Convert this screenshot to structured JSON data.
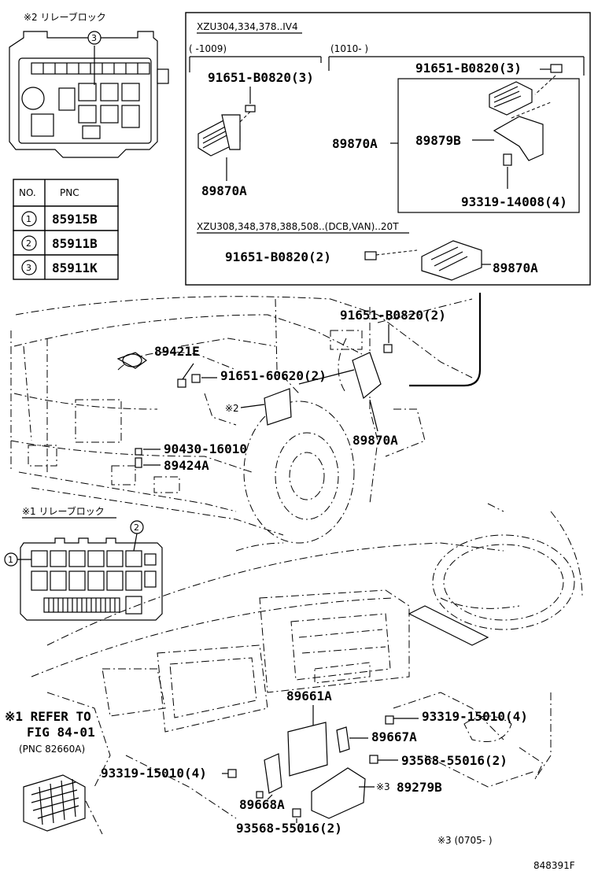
{
  "relay_block_2": {
    "title": "※2 リレーブロック",
    "marker": "3"
  },
  "pnc_table": {
    "headers": [
      "NO.",
      "PNC"
    ],
    "rows": [
      {
        "no": "1",
        "pnc": "85915B"
      },
      {
        "no": "2",
        "pnc": "85911B"
      },
      {
        "no": "3",
        "pnc": "85911K"
      }
    ]
  },
  "detail_box": {
    "model_top": "XZU304,334,378..IV4",
    "range_left": "(      -1009)",
    "range_right": "(1010-        )",
    "left_bolt": "91651-B0820(3)",
    "left_part": "89870A",
    "right_bolt": "91651-B0820(3)",
    "right_outer": "89870A",
    "right_bracket": "89879B",
    "right_screw": "93319-14008(4)",
    "model_bottom": "XZU308,348,378,388,508..(DCB,VAN)..20T",
    "bottom_bolt": "91651-B0820(2)",
    "bottom_part": "89870A"
  },
  "engine_area": {
    "sensor": "89421E",
    "bolt_center": "91651-60620(2)",
    "bolt_right": "91651-B0820(2)",
    "ref_mark": "※2",
    "ecu": "89870A",
    "clip": "90430-16010",
    "switch": "89424A"
  },
  "relay_block_1": {
    "title": "※1 リレーブロック",
    "marker_left": "1",
    "marker_top": "2"
  },
  "dash_area": {
    "refer_line1": "※1 REFER TO",
    "refer_line2": "FIG 84-01",
    "refer_line3": "(PNC 82660A)",
    "ecu": "89661A",
    "screw_top": "93319-15010(4)",
    "sensor": "89667A",
    "nut_right": "93568-55016(2)",
    "cover_mark": "※3",
    "cover": "89279B",
    "screw_left": "93319-15010(4)",
    "bracket": "89668A",
    "nut_bottom": "93568-55016(2)"
  },
  "footer": {
    "note": "※3 (0705-      )",
    "code": "848391F"
  }
}
